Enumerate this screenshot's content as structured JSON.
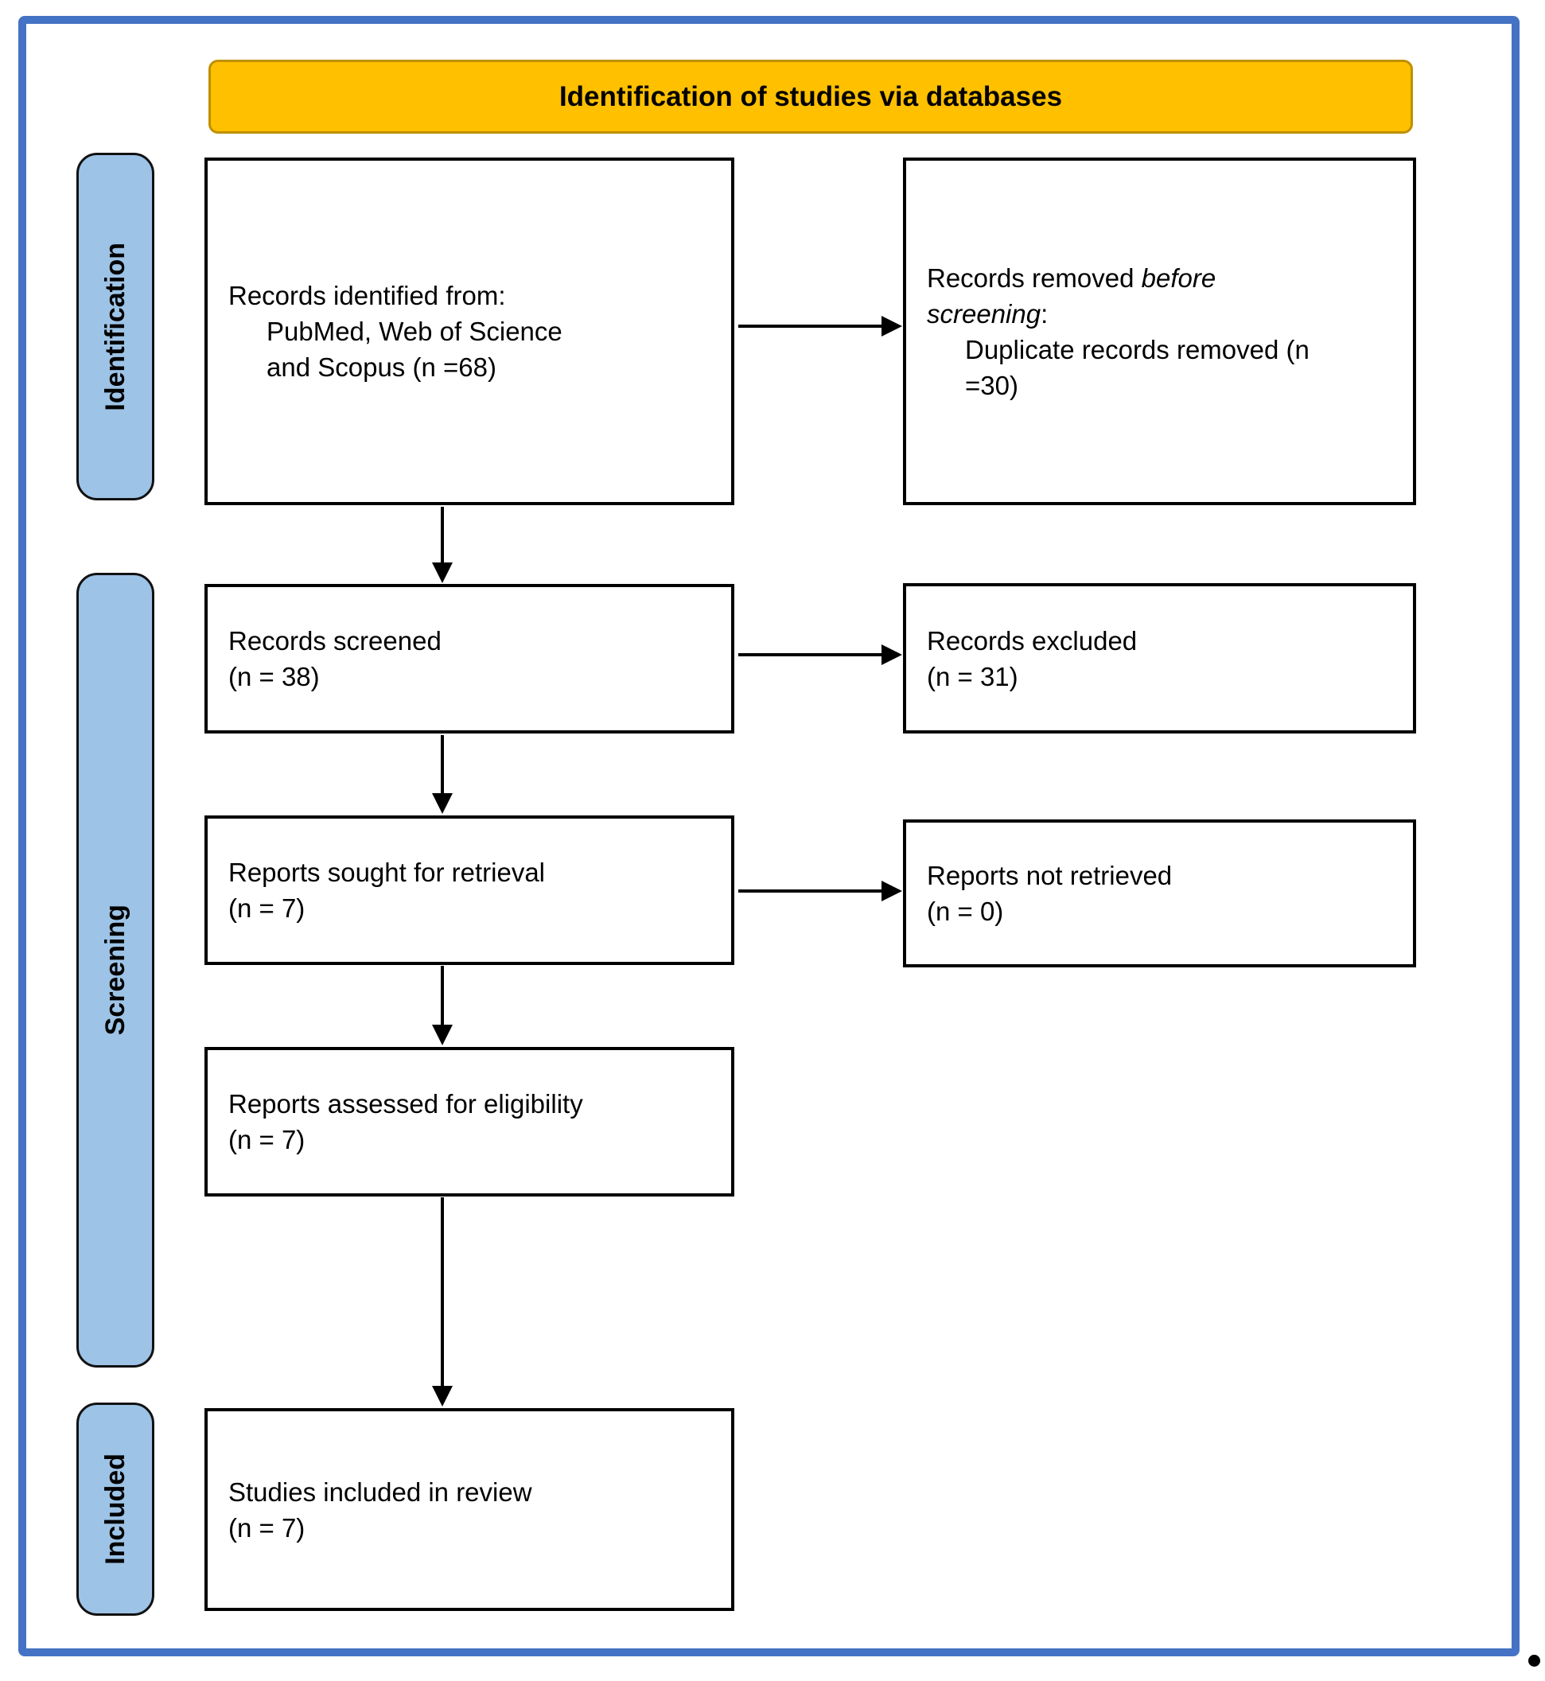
{
  "banner": {
    "title": "Identification of studies via databases"
  },
  "colors": {
    "outer_border": "#4472C4",
    "banner_bg": "#FFC000",
    "banner_border": "#BF9000",
    "stage_bg": "#9DC3E6",
    "box_bg": "#FFFFFF",
    "box_border": "#000000",
    "arrow": "#000000"
  },
  "stages": [
    {
      "label": "Identification"
    },
    {
      "label": "Screening"
    },
    {
      "label": "Included"
    }
  ],
  "boxes": {
    "records_identified": {
      "line1": "Records identified from:",
      "line2": "PubMed, Web of Science",
      "line3": "and Scopus (n =68)"
    },
    "records_removed": {
      "line1_normal": "Records removed ",
      "line1_italic": "before",
      "line2_italic": "screening",
      "line2_suffix": ":",
      "line3": "Duplicate records removed (n",
      "line4": "=30)"
    },
    "records_screened": {
      "line1": "Records screened",
      "line2": "(n = 38)"
    },
    "records_excluded": {
      "line1": "Records excluded",
      "line2": "(n = 31)"
    },
    "reports_sought": {
      "line1": "Reports sought for retrieval",
      "line2": "(n = 7)"
    },
    "reports_not_retrieved": {
      "line1": "Reports not retrieved",
      "line2": "(n = 0)"
    },
    "reports_assessed": {
      "line1": "Reports assessed for eligibility",
      "line2": "(n = 7)"
    },
    "studies_included": {
      "line1": "Studies included in review",
      "line2": "(n = 7)"
    }
  }
}
